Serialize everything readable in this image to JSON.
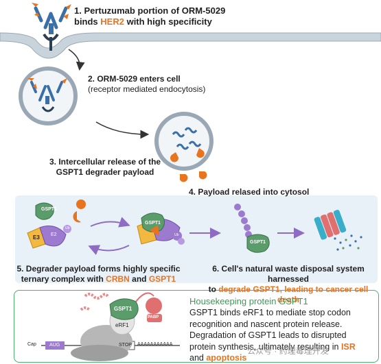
{
  "step1": {
    "line1": "1.  Pertuzumab portion of ORM-5029",
    "line2_pre": "binds ",
    "line2_highlight": "HER2",
    "line2_post": " with high specificity"
  },
  "step2": {
    "line1": "2. ORM-5029 enters cell",
    "line2": "(receptor mediated endocytosis)"
  },
  "step3": {
    "line1": "3. Intercellular release of the",
    "line2": "GSPT1 degrader payload"
  },
  "step4": {
    "text": "4. Payload relased into cytosol"
  },
  "step5": {
    "line1": "5. Degrader payload forms highly specific",
    "line2_pre": "ternary complex with ",
    "crbn": "CRBN",
    "and": " and ",
    "gspt1": "GSPT1"
  },
  "step6": {
    "line1": "6. Cell's natural waste disposal system harnessed",
    "line2_pre": "to ",
    "highlight": "degrade GSPT1, leading to cancer cell death"
  },
  "labels": {
    "gspt1": "GSPT1",
    "e3": "E3",
    "e2": "E2",
    "ub": "Ub",
    "erf1": "eRF1",
    "pabp": "PABP",
    "cap": "Cap",
    "aug": "AUG",
    "stop": "STOP",
    "polya": "AAAAAAAAAAA"
  },
  "housekeeping": {
    "title": "Housekeeping protein GSPT1",
    "line1": "GSPT1 binds eRF1 to mediate stop codon",
    "line2": "recognition and nascent protein release.",
    "line3": "Degradation of GSPT1 leads to disrupted",
    "line4_pre": "protein synthesis, ultimately resulting in ",
    "isr": "ISR",
    "line5_pre": "and ",
    "apoptosis": "apoptosis"
  },
  "watermark": "公众号 · 药理毒理开发",
  "colors": {
    "orange": "#e8741e",
    "green": "#3b9a56",
    "antibody_blue": "#3a6fa8",
    "gspt1_green": "#5a9c6a",
    "ub_purple": "#9b7ad0",
    "panel_blue": "#e8f0f8"
  }
}
